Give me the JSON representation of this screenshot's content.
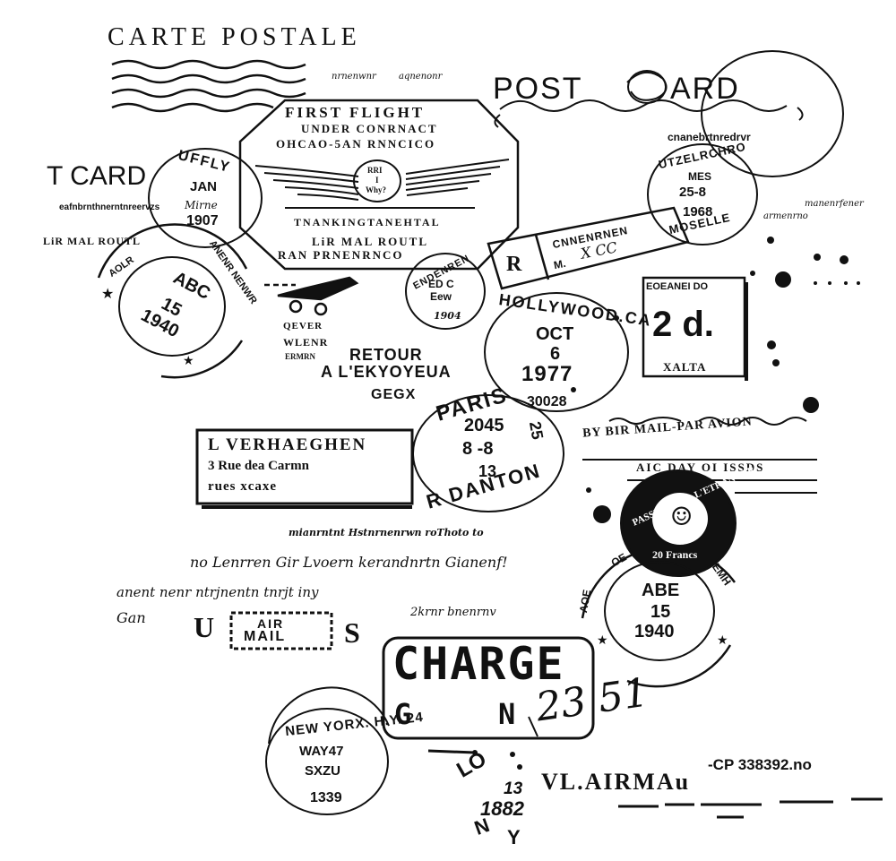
{
  "carte_postale": {
    "title": "CARTE POSTALE",
    "small_1": "nrnenwnr",
    "small_2": "aqnenonr"
  },
  "post_card_logo": {
    "left": "POST",
    "right": "ARD",
    "caption": "cnanebrtnredrvr"
  },
  "first_flight": {
    "line1": "FIRST FLIGHT",
    "line2": "UNDER CONRNACT",
    "line3": "OHCAO-5AN RNNCICO",
    "badge_top": "RRI",
    "badge_mid": "I",
    "badge_bottom": "Why?",
    "line4": "TNANKINGTANEHTAL",
    "line5": "LiR MAL ROUTL",
    "line6": "RAN PRNENRNCO"
  },
  "t_card": {
    "title": "T CARD",
    "caption": "eafnbrnthnerntnreervzs",
    "route": "LiR MAL ROUTL"
  },
  "uffly_stamp": {
    "ring": "UFFLY",
    "month": "JAN",
    "script": "Mirne",
    "year": "1907"
  },
  "abc_stamp": {
    "ring_left": "AOLR",
    "ring_right": "ANENR NENWR",
    "line1": "ABC",
    "line2": "15",
    "line3": "1940"
  },
  "small_endenren": {
    "ring": "ENDENREN",
    "mid1": "ED C",
    "mid2": "Eew",
    "year": "1904"
  },
  "r_box": {
    "letter": "R",
    "line1": "CNNENRNEN",
    "line2": "M.",
    "script": "X CC"
  },
  "utzel_stamp": {
    "ring_top": "UTZELRCHRO",
    "ring_bottom": "MOSELLE",
    "mes": "MES",
    "date": "25-8",
    "year": "1968"
  },
  "right_notes": {
    "note1": "manenrfener",
    "note2": "armenrno"
  },
  "scissor_block": {
    "line1": "QEVER",
    "line2": "WLENR",
    "line3": "ERMRN"
  },
  "retour": {
    "line1": "RETOUR",
    "line2": "A L'EKYOYEUA",
    "line3": "GEGX"
  },
  "hollywood_stamp": {
    "ring": "HOLLYWOOD.CA",
    "month": "OCT",
    "day": "6",
    "year": "1977",
    "code": "30028"
  },
  "two_d": {
    "top": "EOEANEI DO",
    "value": "2 d.",
    "bottom": "XALTA"
  },
  "address_box": {
    "name": "L VERHAEGHEN",
    "street": "3 Rue dea Carmn",
    "city": "rues xcaxe"
  },
  "paris_stamp": {
    "ring_top": "PARIS",
    "ring_num": "25",
    "ring_bottom": "R DANTON",
    "line1": "2045",
    "line2": "8 -8",
    "line3": "13"
  },
  "air_mail_line": {
    "line1": "BY BIR MAIL-PAR AVION",
    "line2": "AIC DAY OI ISSDS"
  },
  "passeport": {
    "ring": "PASSEPORT A L'ETRANGER",
    "value": "20 Francs"
  },
  "abe_stamp": {
    "ring_left": "AOE",
    "ring_top": "OE",
    "ring_right": "EMH",
    "line1": "ABE",
    "line2": "15",
    "line3": "1940"
  },
  "script_lines": {
    "line1": "mianrntnt Hstnrnenrwn roThoto to",
    "line2": "no Lenrren Gir Lvoern kerandnrtn Gianenf!",
    "line3": "anent nenr ntrjnentn tnrjt iny",
    "line4": "Gan",
    "line5": "2krnr bnenrnv"
  },
  "us_air_mail": {
    "left": "U",
    "right": "S",
    "line1": "AIR",
    "line2": "MAIL"
  },
  "charge_box": {
    "title": "CHARGE",
    "left": "G",
    "right": "N",
    "handwritten": "23 51"
  },
  "new_york_stamp": {
    "ring": "NEW YORX. H.Y. 24",
    "line1": "WAY47",
    "line2": "SXZU",
    "year": "1339"
  },
  "bottom_misc": {
    "lo": "LO",
    "num": "13",
    "year": "1882",
    "n": "N",
    "y": "Y",
    "airmail": "VL.AIRMAu",
    "code": "-CP 338392.no"
  }
}
